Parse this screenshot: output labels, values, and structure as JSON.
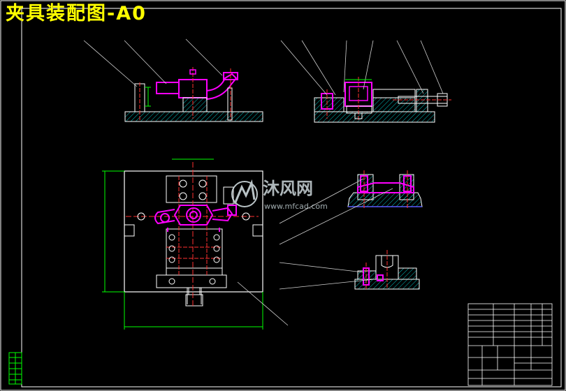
{
  "drawing": {
    "title": "夹具装配图-A0"
  },
  "watermark": {
    "brand": "沐风网",
    "url": "www.mfcad.com",
    "icon": "mfcad-logo-icon"
  },
  "colors": {
    "background": "#000000",
    "frame": "#ffffff",
    "title": "#ffff00",
    "part_outline": "#ff00ff",
    "hatch": "#00c0c0",
    "center_line": "#ff3030",
    "leader": "#d0d0d0",
    "dim_label": "#00ff00"
  }
}
